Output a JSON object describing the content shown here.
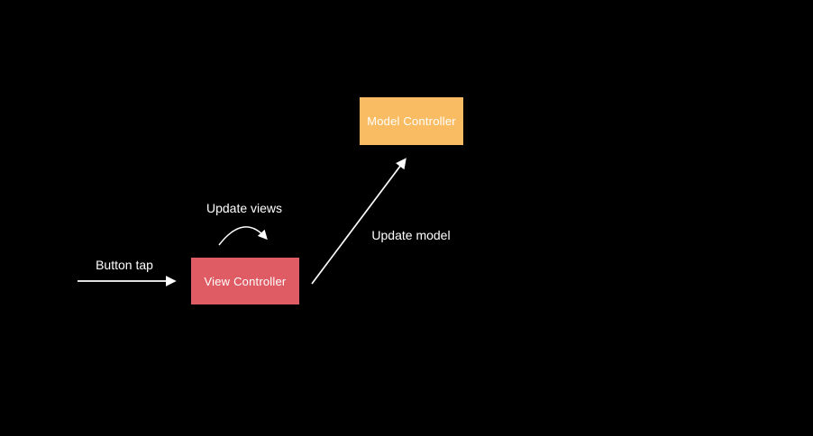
{
  "diagram": {
    "background_color": "#000000",
    "arrow_color": "#ffffff",
    "nodes": [
      {
        "id": "model-controller",
        "label": "Model Controller",
        "color": "#f9bc62",
        "text_color": "#ffffff"
      },
      {
        "id": "view-controller",
        "label": "View Controller",
        "color": "#e05c64",
        "text_color": "#ffffff"
      }
    ],
    "edges": [
      {
        "id": "button-tap",
        "label": "Button tap",
        "from": "external",
        "to": "view-controller",
        "style": "straight"
      },
      {
        "id": "update-views",
        "label": "Update views",
        "from": "view-controller",
        "to": "view-controller",
        "style": "curved"
      },
      {
        "id": "update-model",
        "label": "Update model",
        "from": "view-controller",
        "to": "model-controller",
        "style": "straight"
      }
    ]
  }
}
